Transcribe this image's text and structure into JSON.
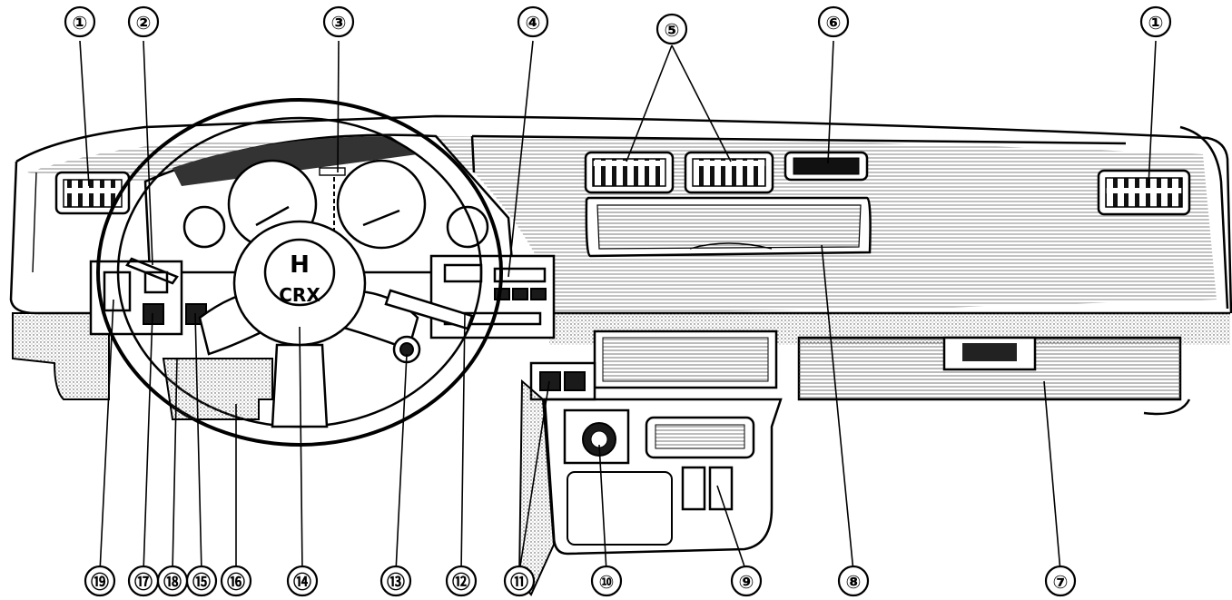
{
  "diagram": {
    "logo_text": "CRX",
    "callouts": [
      {
        "number": "①",
        "target": "left outer air vent"
      },
      {
        "number": "②",
        "target": "left combination switch"
      },
      {
        "number": "③",
        "target": "instrument panel"
      },
      {
        "number": "④",
        "target": "right combination switch"
      },
      {
        "number": "⑤",
        "target": "center air vents"
      },
      {
        "number": "⑥",
        "target": "defroster vent"
      },
      {
        "number": "①",
        "target": "right outer air vent"
      },
      {
        "number": "⑦",
        "target": "glove box"
      },
      {
        "number": "⑧",
        "target": "top storage tray"
      },
      {
        "number": "⑨",
        "target": "power window switches"
      },
      {
        "number": "⑩",
        "target": "cigarette lighter"
      },
      {
        "number": "⑪",
        "target": "switch panel"
      },
      {
        "number": "⑫",
        "target": "wiper lever"
      },
      {
        "number": "⑬",
        "target": "ignition switch"
      },
      {
        "number": "⑭",
        "target": "steering wheel horn pad"
      },
      {
        "number": "⑯",
        "target": "lower panel"
      },
      {
        "number": "⑮",
        "target": "hazard switch"
      },
      {
        "number": "⑱",
        "target": "dimmer"
      },
      {
        "number": "⑰",
        "target": "rear defogger switch"
      },
      {
        "number": "⑲",
        "target": "mirror control"
      }
    ]
  }
}
